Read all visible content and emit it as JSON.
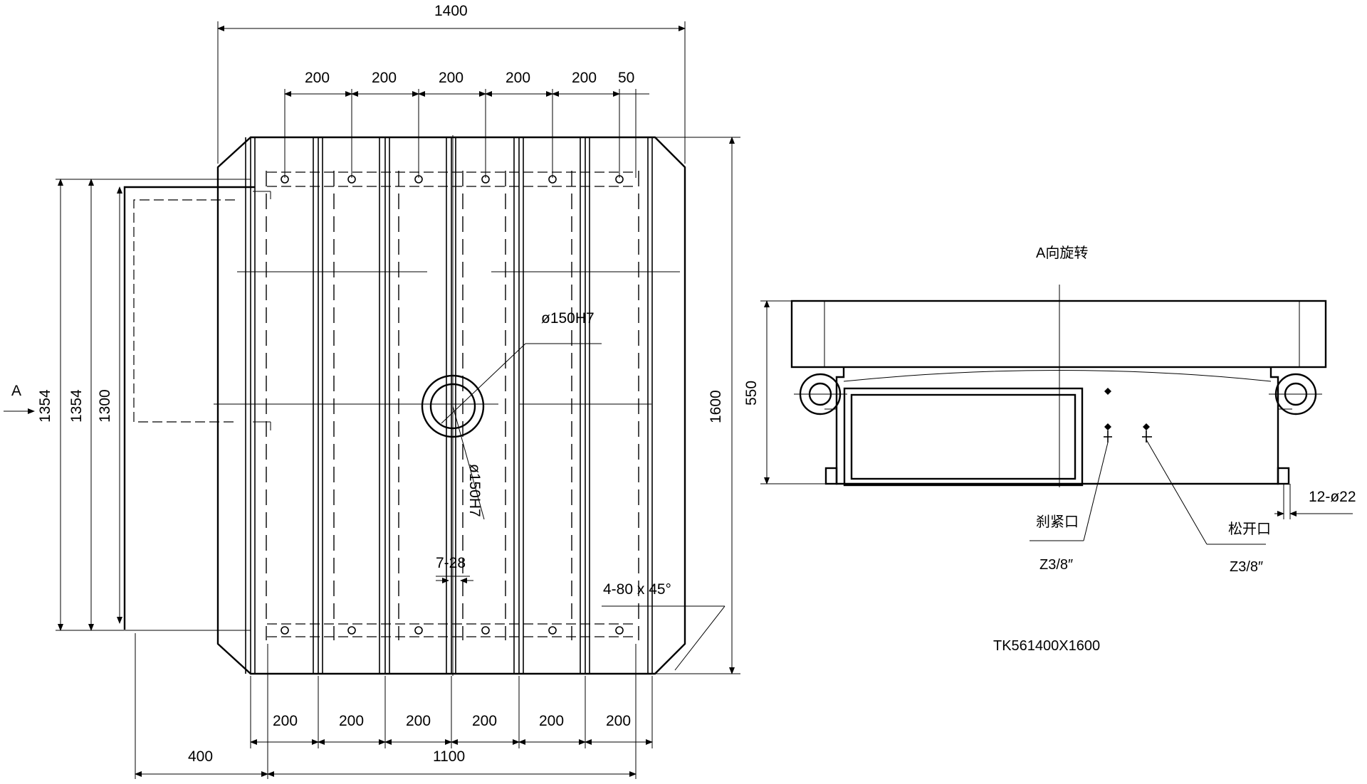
{
  "plan_view": {
    "dim_total_width": "1400",
    "dims_top": [
      "200",
      "200",
      "200",
      "200",
      "200",
      "50"
    ],
    "dims_bottom": [
      "200",
      "200",
      "200",
      "200",
      "200",
      "200"
    ],
    "dim_400": "400",
    "dim_1100": "1100",
    "dim_left_outer": "1354",
    "dim_left_inner": "1354",
    "dim_1300": "1300",
    "dim_1600": "1600",
    "view_marker": "A",
    "bore_label_1": "ø150H7",
    "bore_label_2": "ø150H7",
    "slot_label": "7-28",
    "chamfer_label": "4-80 x 45°"
  },
  "side_view": {
    "title": "A向旋转",
    "dim_550": "550",
    "holes_label": "12-ø22",
    "port_clamp_label": "刹紧口",
    "port_clamp_thread": "Z3/8″",
    "port_release_label": "松开口",
    "port_release_thread": "Z3/8″",
    "model": "TK561400X1600"
  }
}
